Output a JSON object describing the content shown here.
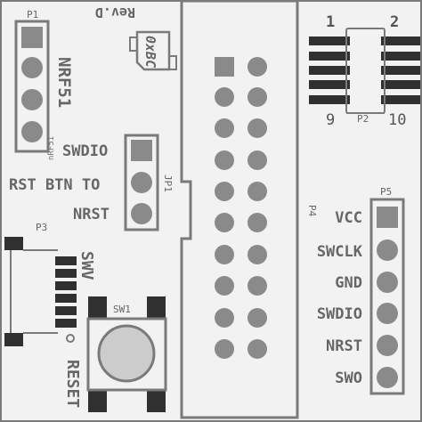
{
  "colors": {
    "board": "#f2f2f2",
    "outline": "#7a7a7a",
    "pad": "#8a8a8a",
    "dark": "#303030",
    "text": "#666666",
    "text_small": "#777777",
    "lens": "#cccccc"
  },
  "labels": {
    "p1": "P1",
    "rev": "Rev.D",
    "nrf51": "NRF51",
    "nrf51_small": "nRF51",
    "jp1": "JP1",
    "swdio_left": "SWDIO",
    "rst_btn_to": "RST BTN TO",
    "nrst_left": "NRST",
    "p3": "P3",
    "swv": "SWV",
    "sw1": "SW1",
    "reset": "RESET",
    "p4": "P4",
    "p2": "P2",
    "p2_pin1": "1",
    "p2_pin2": "2",
    "p2_pin9": "9",
    "p2_pin10": "10",
    "p5": "P5",
    "p5_pins": [
      "VCC",
      "SWCLK",
      "GND",
      "SWDIO",
      "NRST",
      "SWO"
    ],
    "crystal_logo": "0xBC"
  }
}
